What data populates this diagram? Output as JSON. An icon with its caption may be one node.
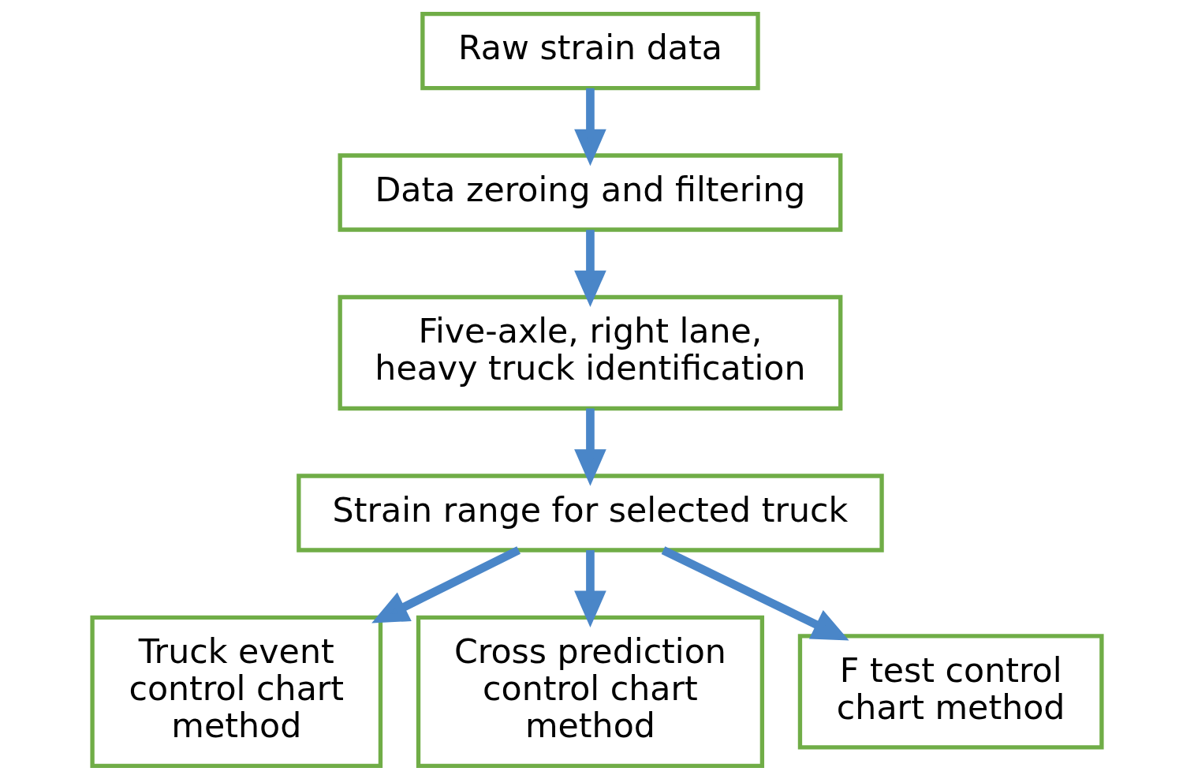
{
  "diagram": {
    "nodes": [
      {
        "text": [
          "Raw strain data"
        ]
      },
      {
        "text": [
          "Data zeroing and filtering"
        ]
      },
      {
        "text": [
          "Five-axle, right lane, heavy truck identification"
        ]
      },
      {
        "text": [
          "Strain range for selected truck"
        ]
      },
      {
        "text": [
          "Truck event control chart method"
        ]
      },
      {
        "text": [
          "Cross prediction control chart method"
        ]
      },
      {
        "text": [
          "F test control chart method"
        ]
      }
    ],
    "edges": [
      {
        "from": 0,
        "to": 1,
        "arrow": "to"
      },
      {
        "from": 1,
        "to": 2,
        "arrow": "to"
      },
      {
        "from": 2,
        "to": 3,
        "arrow": "to"
      },
      {
        "from": 3,
        "to": 4,
        "arrow": "to"
      },
      {
        "from": 3,
        "to": 5,
        "arrow": "to"
      },
      {
        "from": 3,
        "to": 6,
        "arrow": "to"
      }
    ]
  }
}
